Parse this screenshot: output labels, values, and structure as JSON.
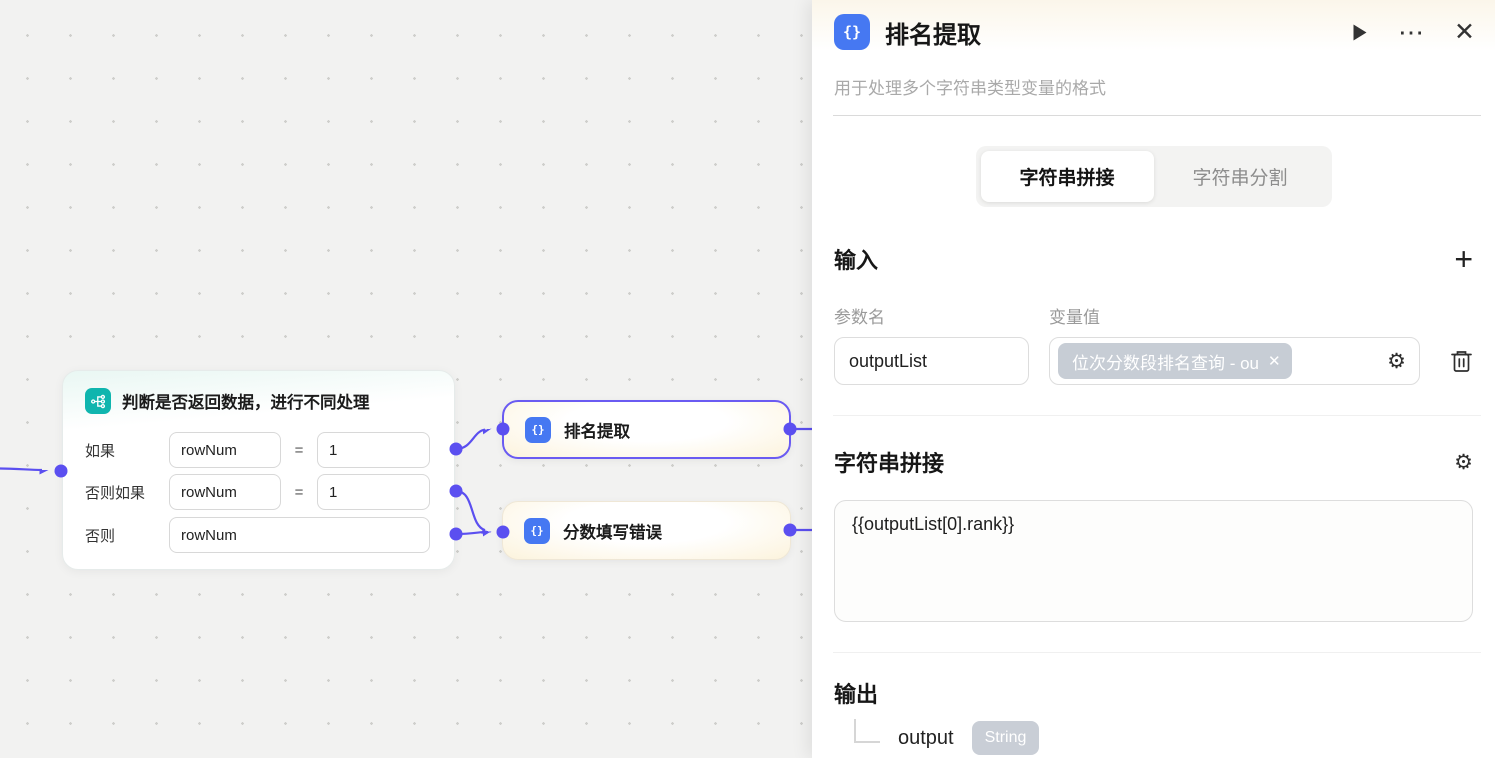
{
  "colors": {
    "accent_purple": "#5B4FF0",
    "node_blue": "#4678F2",
    "node_teal": "#0FB5AE",
    "tag_gray": "#C7CDD5",
    "canvas_bg": "#F2F2F1"
  },
  "canvas": {
    "condition_node": {
      "title": "判断是否返回数据，进行不同处理",
      "rows": [
        {
          "label": "如果",
          "left_value": "rowNum",
          "operator": "=",
          "right_value": "1"
        },
        {
          "label": "否则如果",
          "left_value": "rowNum",
          "operator": "=",
          "right_value": "1"
        },
        {
          "label": "否则",
          "left_value": "rowNum"
        }
      ]
    },
    "nodes": [
      {
        "title": "排名提取"
      },
      {
        "title": "分数填写错误"
      }
    ]
  },
  "panel": {
    "header": {
      "title": "排名提取"
    },
    "subtitle": "用于处理多个字符串类型变量的格式",
    "tabs": [
      {
        "label": "字符串拼接"
      },
      {
        "label": "字符串分割"
      }
    ],
    "input_section": {
      "title": "输入",
      "col_name": "参数名",
      "col_value": "变量值",
      "rows": [
        {
          "name": "outputList",
          "value_tag": "位次分数段排名查询 - ou"
        }
      ]
    },
    "concat_section": {
      "title": "字符串拼接",
      "content": "{{outputList[0].rank}}"
    },
    "output_section": {
      "title": "输出",
      "items": [
        {
          "name": "output",
          "type": "String"
        }
      ]
    }
  },
  "icons": {
    "node_glyph": "{}",
    "more": "⋯",
    "close": "✕",
    "tag_remove": "✕",
    "plus": "+",
    "gear": "⚙"
  }
}
